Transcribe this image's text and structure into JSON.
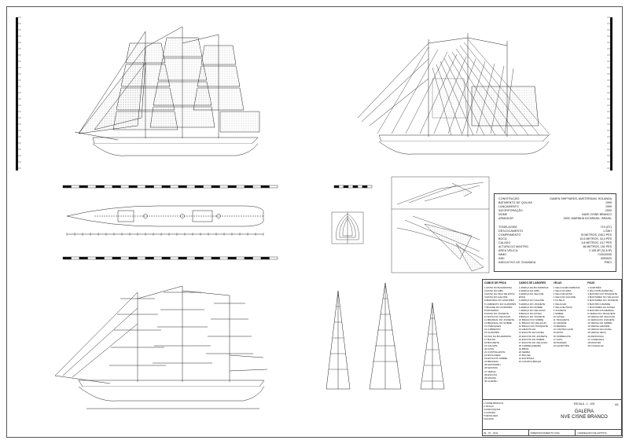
{
  "sheet": {
    "spec_rows": [
      {
        "label": "CONSTRUÇÃO",
        "value": "DAMEN SHIPYARDS, AMSTERDAM, HOLANDA"
      },
      {
        "label": "BATIMENTO DE QUILHA",
        "value": "1999"
      },
      {
        "label": "LANÇAMENTO",
        "value": "1999"
      },
      {
        "label": "INCORPORAÇÃO",
        "value": "2000"
      },
      {
        "label": "NOME",
        "value": "NAVE CISNE BRANCO"
      },
      {
        "label": "ARMADOR",
        "value": "2000, MARINHA DO BRASIL, BRASIL"
      },
      {
        "label": "",
        "value": ""
      },
      {
        "label": "TONELAGEM",
        "value": "719 (GT)"
      },
      {
        "label": "DESLOCAMENTO",
        "value": "1.038 t"
      },
      {
        "label": "COMPRIMENTO",
        "value": "76 METROS, 249,2 PÉS"
      },
      {
        "label": "BOCA",
        "value": "10,5 METROS, 34,4 PÉS"
      },
      {
        "label": "CALADO",
        "value": "4,8 METROS, 15,7 PÉS"
      },
      {
        "label": "ALTURA DO MASTRO",
        "value": "46 METROS, 151 PÉS"
      },
      {
        "label": "ÁREA VÉLICA",
        "value": "2.195 M² (31,6 ft²)"
      },
      {
        "label": "IMMO",
        "value": "710020030"
      },
      {
        "label": "INDI",
        "value": "0053020"
      },
      {
        "label": "INDICATIVO DE CHAMADA",
        "value": "PWCI"
      }
    ],
    "legend": {
      "columns": [
        {
          "header": "CABOS DE PROA",
          "items": [
            "1 ESTAI DA BUJARRONA",
            "2 ESTAI DA GIBA",
            "3 ESTAI DA VELA DE ESTAI",
            "4 ESTAI DO GALOPE",
            "5 BRANDAL DO GUROPÉS",
            "6 CABRESTO DO GUROPÉS",
            "7 BIGODE DO GUROPÉS",
            "8 PATARRÁS",
            "9 ESTAI DO JOANETE",
            "10 ESTAI DO VELACHO",
            "11 BRANDAL DO JOANETE",
            "12 BRANDAL DO SOBRE",
            "13 OVÉNQUES",
            "14 CABRESTO",
            "15 GURUPÉS",
            "16 PAU DA BUJARRONA",
            "17 BALÃO",
            "18 BOLINETE",
            "19 GALOPE",
            "20 GATA",
            "21 CONTRA-ESTAI",
            "22 ESTAI REAL",
            "23 ESTAI DO SOBRE",
            "24 BRANDAL",
            "25 MASTARÉU",
            "26 MASTRO",
            "27 VERGA",
            "28 ESCOTA",
            "29 AMURA",
            "30 CHAPÉU"
          ]
        },
        {
          "header": "CABOS DE LABORES",
          "items": [
            "1 ADRIÇA DA BUJARRONA",
            "2 ADRIÇA DA GIBA",
            "3 ADRIÇA DA VELA DE ESTAI",
            "4 ADRIÇA DO GALOPE",
            "5 ADRIÇA DO JOANETE",
            "6 ADRIÇA DO SOBRE",
            "7 ADRIÇA DO VELACHO",
            "8 BRAÇO DA GÁVEA",
            "9 BRAÇO DO JOANETE",
            "10 BRAÇO DO SOBRE",
            "11 BRAÇO DO VELACHO",
            "12 BRAÇO DO TRAQUETE",
            "13 AMANTILHO",
            "14 ESCOTA DA GÁVEA",
            "15 ESCOTA DO JOANETE",
            "16 ESCOTA DO SOBRE",
            "17 ESCOTA DO VELACHO",
            "18 CARREGADEIRA",
            "19 BRIOL",
            "20 SERRA",
            "21 BOLINA",
            "22 ESTRINGA",
            "23 CONTRA-BRAÇO"
          ]
        },
        {
          "header": "VELAS",
          "items": [
            "1 VELA DA BUJARRONA",
            "2 VELA DA GIBA",
            "3 VELA DE ESTAI",
            "4 VELA DO GALOPE",
            "5 CUTELO",
            "6 VELACHO",
            "7 VELA DE PROA",
            "8 JOANETE",
            "9 SOBRE",
            "10 GÁVEA",
            "11 TRAQUETE",
            "12 GRANDE",
            "13 MEZENA",
            "14 CONTRA-GATA",
            "15 ESTAI",
            "16 SOBREGATA",
            "17 GATA",
            "18 RANGER",
            "19 GAVETOPE"
          ]
        },
        {
          "header": "PAUS",
          "items": [
            "1 GURUPÉS",
            "2 PAU DA BUJARRONA",
            "3 MASTRO DO TRAQUETE",
            "4 MASTARÉU DO VELACHO",
            "5 MASTARÉU DO JOANETE",
            "6 MASTRO GRANDE",
            "7 MASTARÉU DA GÁVEA",
            "8 MASTRO DA MEZENA",
            "9 VERGA DO TRAQUETE",
            "10 VERGA DO VELACHO",
            "11 VERGA DO JOANETE",
            "12 VERGA DO SOBRE",
            "13 VERGA GRANDE",
            "14 VERGA DA GÁVEA",
            "15 VERGA SECA",
            "16 RETRANCA",
            "17 CAREANGA",
            "18 MASTRO",
            "19 CANGALHA"
          ]
        }
      ]
    },
    "title_block": {
      "scale": "ESCALA - 1 : 100",
      "title_line1": "GALERA",
      "title_line2": "NVE CISNE BRANCO",
      "sheet_no": "A1",
      "rows_left": [
        "1 NOME BRANCO",
        "2 TRAÇO",
        "3 DISPOSIÇÃO",
        "4 CONVÉS",
        "5 DETALHES",
        "6 ESTAIS"
      ],
      "footer": [
        "09 - 07 - 2011",
        "DIMENSIONAMENTO 2011",
        "CARREGADO DE ARTISTA"
      ]
    },
    "colors": {
      "line": "#222222",
      "paper": "#ffffff",
      "sail_dots": "#555555"
    },
    "icons": {
      "ship_profile": "ship-icon",
      "scale_bar": "scale-bar-icon"
    }
  }
}
